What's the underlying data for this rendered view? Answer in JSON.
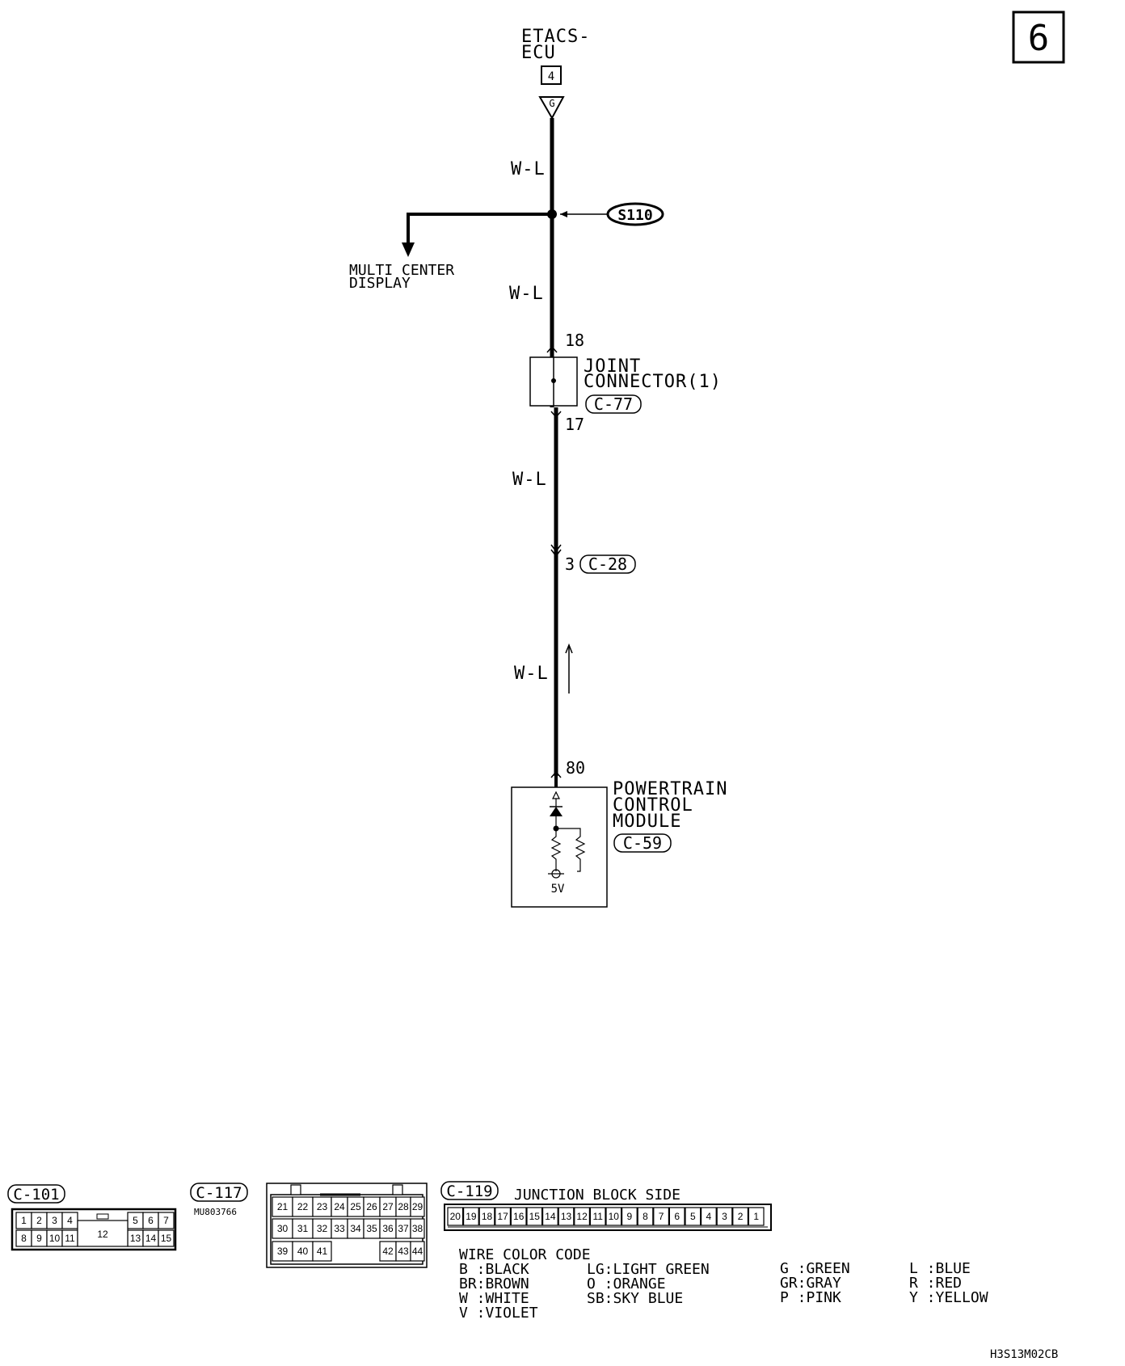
{
  "page_number": "6",
  "etacs": {
    "line1": "ETACS-",
    "line2": "ECU",
    "num": "4",
    "terminal": "G"
  },
  "wire_color": "W-L",
  "splice": "S110",
  "multi_center": {
    "line1": "MULTI CENTER",
    "line2": "DISPLAY"
  },
  "joint": {
    "pin_top": "18",
    "pin_bottom": "17",
    "line1": "JOINT",
    "line2": "CONNECTOR(1)",
    "code": "C-77"
  },
  "c28": {
    "pin": "3",
    "code": "C-28"
  },
  "pcm": {
    "pin": "80",
    "line1": "POWERTRAIN",
    "line2": "CONTROL",
    "line3": "MODULE",
    "code": "C-59",
    "voltage": "5V"
  },
  "connectors": {
    "c101": {
      "code": "C-101",
      "top": [
        "1",
        "2",
        "3",
        "4",
        "5",
        "6",
        "7"
      ],
      "bottom": [
        "8",
        "9",
        "10",
        "11",
        "13",
        "14",
        "15"
      ],
      "center": "12"
    },
    "c117": {
      "code": "C-117",
      "part": "MU803766",
      "row1": [
        "21",
        "22",
        "23",
        "24",
        "25",
        "26",
        "27",
        "28",
        "29"
      ],
      "row2": [
        "30",
        "31",
        "32",
        "33",
        "34",
        "35",
        "36",
        "37",
        "38"
      ],
      "row3a": [
        "39",
        "40",
        "41"
      ],
      "row3b": [
        "42",
        "43",
        "44"
      ]
    },
    "c119": {
      "code": "C-119",
      "label": "JUNCTION BLOCK SIDE",
      "pins": [
        "20",
        "19",
        "18",
        "17",
        "16",
        "15",
        "14",
        "13",
        "12",
        "11",
        "10",
        "9",
        "8",
        "7",
        "6",
        "5",
        "4",
        "3",
        "2",
        "1"
      ]
    }
  },
  "legend": {
    "title": "WIRE COLOR CODE",
    "col1": [
      "B :BLACK",
      "BR:BROWN",
      "W :WHITE",
      "V :VIOLET"
    ],
    "col2": [
      "LG:LIGHT GREEN",
      "O :ORANGE",
      "SB:SKY BLUE"
    ],
    "col3": [
      "G :GREEN",
      "GR:GRAY",
      "P :PINK"
    ],
    "col4": [
      "L :BLUE",
      "R :RED",
      "Y :YELLOW"
    ]
  },
  "figure_code": "H3S13M02CB"
}
